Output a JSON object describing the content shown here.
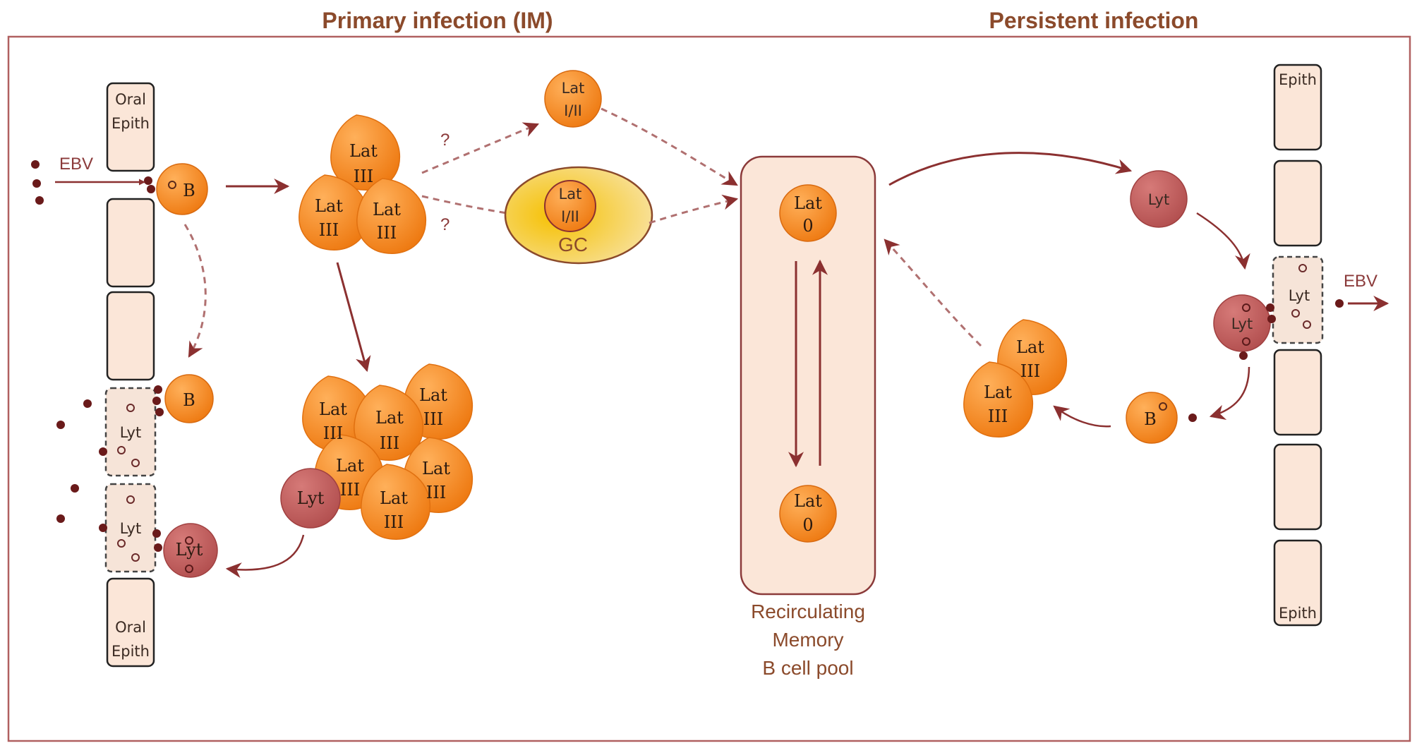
{
  "headings": {
    "primary": "Primary infection (IM)",
    "persistent": "Persistent infection"
  },
  "labels": {
    "ebv_left": "EBV",
    "ebv_right": "EBV",
    "oral_epith_l1": "Oral",
    "oral_epith_l2": "Epith",
    "epith": "Epith",
    "lyt": "Lyt",
    "b": "B",
    "lat": "Lat",
    "iii": "III",
    "i_ii": "I/II",
    "zero": "0",
    "gc": "GC",
    "question": "?"
  },
  "pool": {
    "line1": "Recirculating",
    "line2": "Memory",
    "line3": "B cell pool"
  },
  "colors": {
    "frame": "#b06060",
    "arrow": "#8b3030",
    "epith_fill": "#fbe6d8",
    "cell_orange": "#f38a1c",
    "lyt_fill": "#c46060",
    "gc_fill": "#f5c40a",
    "heading": "#8b4a2b"
  }
}
